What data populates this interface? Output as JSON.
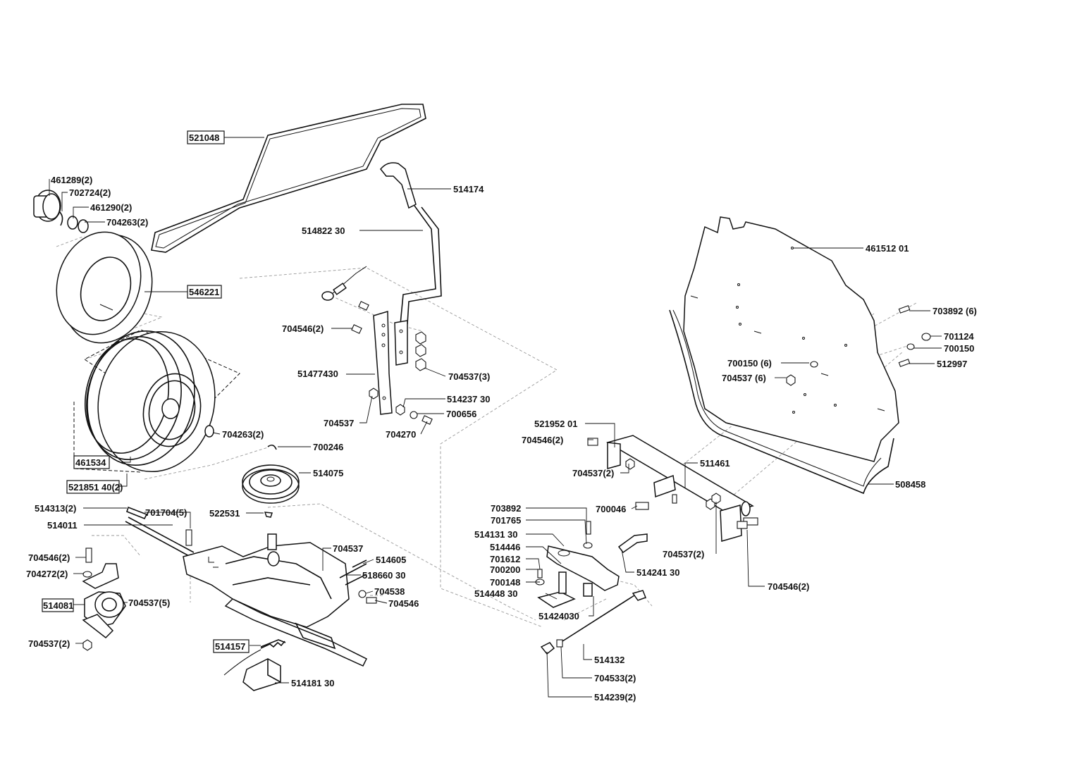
{
  "callouts": {
    "c_521048": "521048",
    "c_461289_2": "461289(2)",
    "c_702724_2": "702724(2)",
    "c_461290_2": "461290(2)",
    "c_704263_2_top": "704263(2)",
    "c_546221": "546221",
    "c_514174": "514174",
    "c_514822_30": "514822 30",
    "c_461512_01": "461512 01",
    "c_703892_6": "703892 (6)",
    "c_701124": "701124",
    "c_700150": "700150",
    "c_512997": "512997",
    "c_700150_6": "700150 (6)",
    "c_704537_6": "704537 (6)",
    "c_704546_2_a": "704546(2)",
    "c_51477430": "51477430",
    "c_704537_3": "704537(3)",
    "c_514237_30": "514237 30",
    "c_700656": "700656",
    "c_704537_a": "704537",
    "c_704270": "704270",
    "c_704263_2_mid": "704263(2)",
    "c_461534": "461534",
    "c_521851_40_2": "521851 40(2)",
    "c_700246": "700246",
    "c_514075": "514075",
    "c_514313_2": "514313(2)",
    "c_701704_5": "701704(5)",
    "c_514011": "514011",
    "c_522531": "522531",
    "c_704537_b": "704537",
    "c_514605": "514605",
    "c_518660_30": "518660 30",
    "c_704538": "704538",
    "c_704546_a": "704546",
    "c_704546_2_b": "704546(2)",
    "c_704272_2": "704272(2)",
    "c_514081": "514081",
    "c_704537_5": "704537(5)",
    "c_704537_2_a": "704537(2)",
    "c_514157": "514157",
    "c_514181_30": "514181 30",
    "c_521952_01": "521952 01",
    "c_704546_2_c": "704546(2)",
    "c_704537_2_b": "704537(2)",
    "c_511461": "511461",
    "c_508458": "508458",
    "c_700046": "700046",
    "c_703892": "703892",
    "c_701765": "701765",
    "c_514131_30": "514131 30",
    "c_514446": "514446",
    "c_701612": "701612",
    "c_700200": "700200",
    "c_700148": "700148",
    "c_514448_30": "514448 30",
    "c_51424030": "51424030",
    "c_514241_30": "514241 30",
    "c_704537_2_c": "704537(2)",
    "c_704546_2_d": "704546(2)",
    "c_514132": "514132",
    "c_704533_2": "704533(2)",
    "c_514239_2": "514239(2)"
  }
}
